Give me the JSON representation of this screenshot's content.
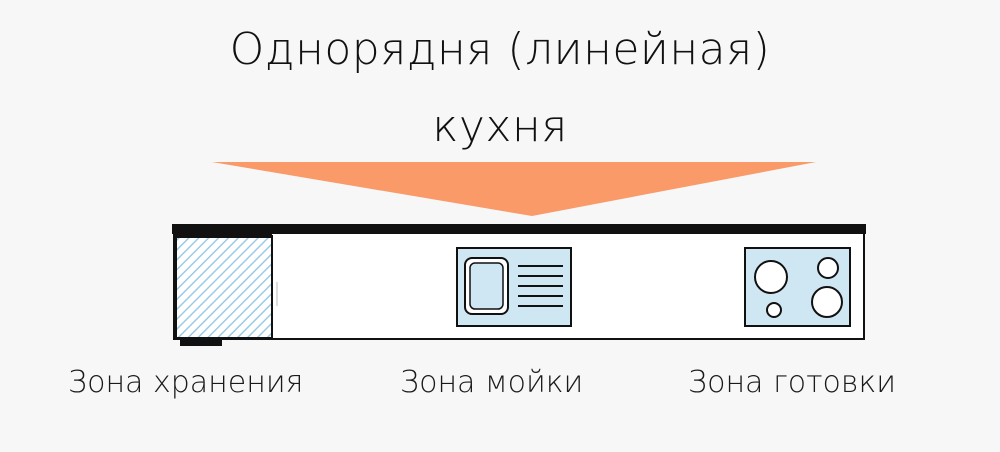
{
  "title": {
    "line1": "Однорядня (линейная)",
    "line2": "кухня"
  },
  "zones": {
    "storage": "Зона хранения",
    "sink": "Зона мойки",
    "cooking": "Зона готовки"
  },
  "colors": {
    "arrow": "#f99a68",
    "appliance_fill": "#cfe6f3",
    "outline": "#111111",
    "counter": "#ffffff",
    "background": "#f7f7f7"
  },
  "icons": {
    "storage": "hatched-cabinet-icon",
    "sink": "sink-icon",
    "cooking": "stove-icon"
  }
}
